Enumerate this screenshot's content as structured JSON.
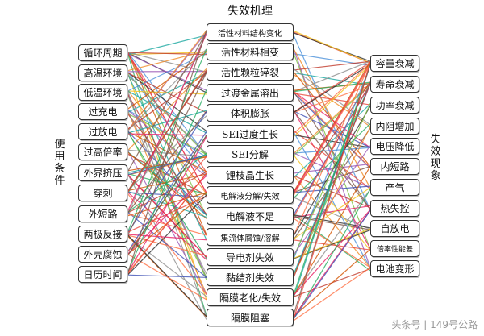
{
  "title": "失效机理",
  "left_label": "使用条件",
  "right_label": "失效现象",
  "watermark": "头条号 | 149号公路",
  "left": [
    "循环周期",
    "高温环境",
    "低温环境",
    "过充电",
    "过放电",
    "过高倍率",
    "外界挤压",
    "穿刺",
    "外短路",
    "两极反接",
    "外壳腐蚀",
    "日历时间"
  ],
  "middle": [
    "活性材料结构变化",
    "活性材料相变",
    "活性颗粒碎裂",
    "过渡金属溶出",
    "体积膨胀",
    "SEI过度生长",
    "SEI分解",
    "锂枝晶生长",
    "电解液分解/失效",
    "电解液不足",
    "集流体腐蚀/溶解",
    "导电剂失效",
    "黏结剂失效",
    "隔膜老化/失效",
    "隔膜阻塞"
  ],
  "right": [
    "容量衰减",
    "寿命衰减",
    "功率衰减",
    "内阻增加",
    "电压降低",
    "内短路",
    "产气",
    "热失控",
    "自放电",
    "倍率性能差",
    "电池变形"
  ],
  "colors": [
    "#e8473a",
    "#2b2b2b",
    "#f2c21b",
    "#4a90d9",
    "#7cc242",
    "#9b59b6",
    "#f08a24",
    "#1aa7a0",
    "#c0392b",
    "#8e8e8e",
    "#d35400",
    "#27ae60",
    "#e91e63",
    "#3f51b5",
    "#795548",
    "#ff7043"
  ]
}
